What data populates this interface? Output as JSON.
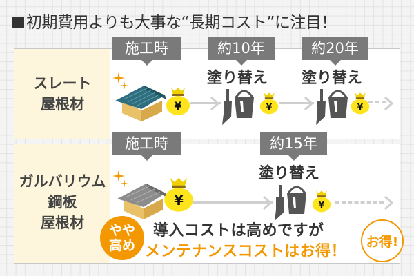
{
  "title": "初期費用よりも大事な“長期コスト”に注目！",
  "colors": {
    "accent": "#f39800",
    "tag_bg": "#7a7a7a",
    "side_bg": "#fef6dc",
    "text": "#333333",
    "coin": "#fde41c",
    "slate_roof": "#2f6e7e",
    "galvalume_roof": "#8c8c8c"
  },
  "rows": [
    {
      "material": "スレート\n屋根材",
      "material_lines": [
        "スレート",
        "屋根材"
      ],
      "milestones": [
        {
          "tag": "施工時",
          "icon": "house-slate-roof-icon"
        },
        {
          "tag": "約10年",
          "label": "塗り替え",
          "icon": "paint-bucket-brush-icon"
        },
        {
          "tag": "約20年",
          "label": "塗り替え",
          "icon": "paint-bucket-brush-icon"
        }
      ]
    },
    {
      "material": "ガルバリウム鋼板屋根材",
      "material_lines": [
        "ガルバリウム",
        "鋼板",
        "屋根材"
      ],
      "milestones": [
        {
          "tag": "施工時",
          "icon": "house-galvalume-roof-icon"
        },
        {
          "tag": "約15年",
          "label": "塗り替え",
          "icon": "paint-bucket-brush-icon"
        }
      ]
    }
  ],
  "badges": {
    "slightly_high": [
      "やや",
      "高め"
    ],
    "deal": "お得!"
  },
  "message": {
    "line1": "導入コストは高めですが",
    "line2": "メンテナンスコストはお得！"
  },
  "icons": {
    "money_bag": "money-bag-yen-icon",
    "yen_symbol": "¥",
    "sparkle": "sparkle-icon",
    "arrow": "arrow-right-icon"
  }
}
